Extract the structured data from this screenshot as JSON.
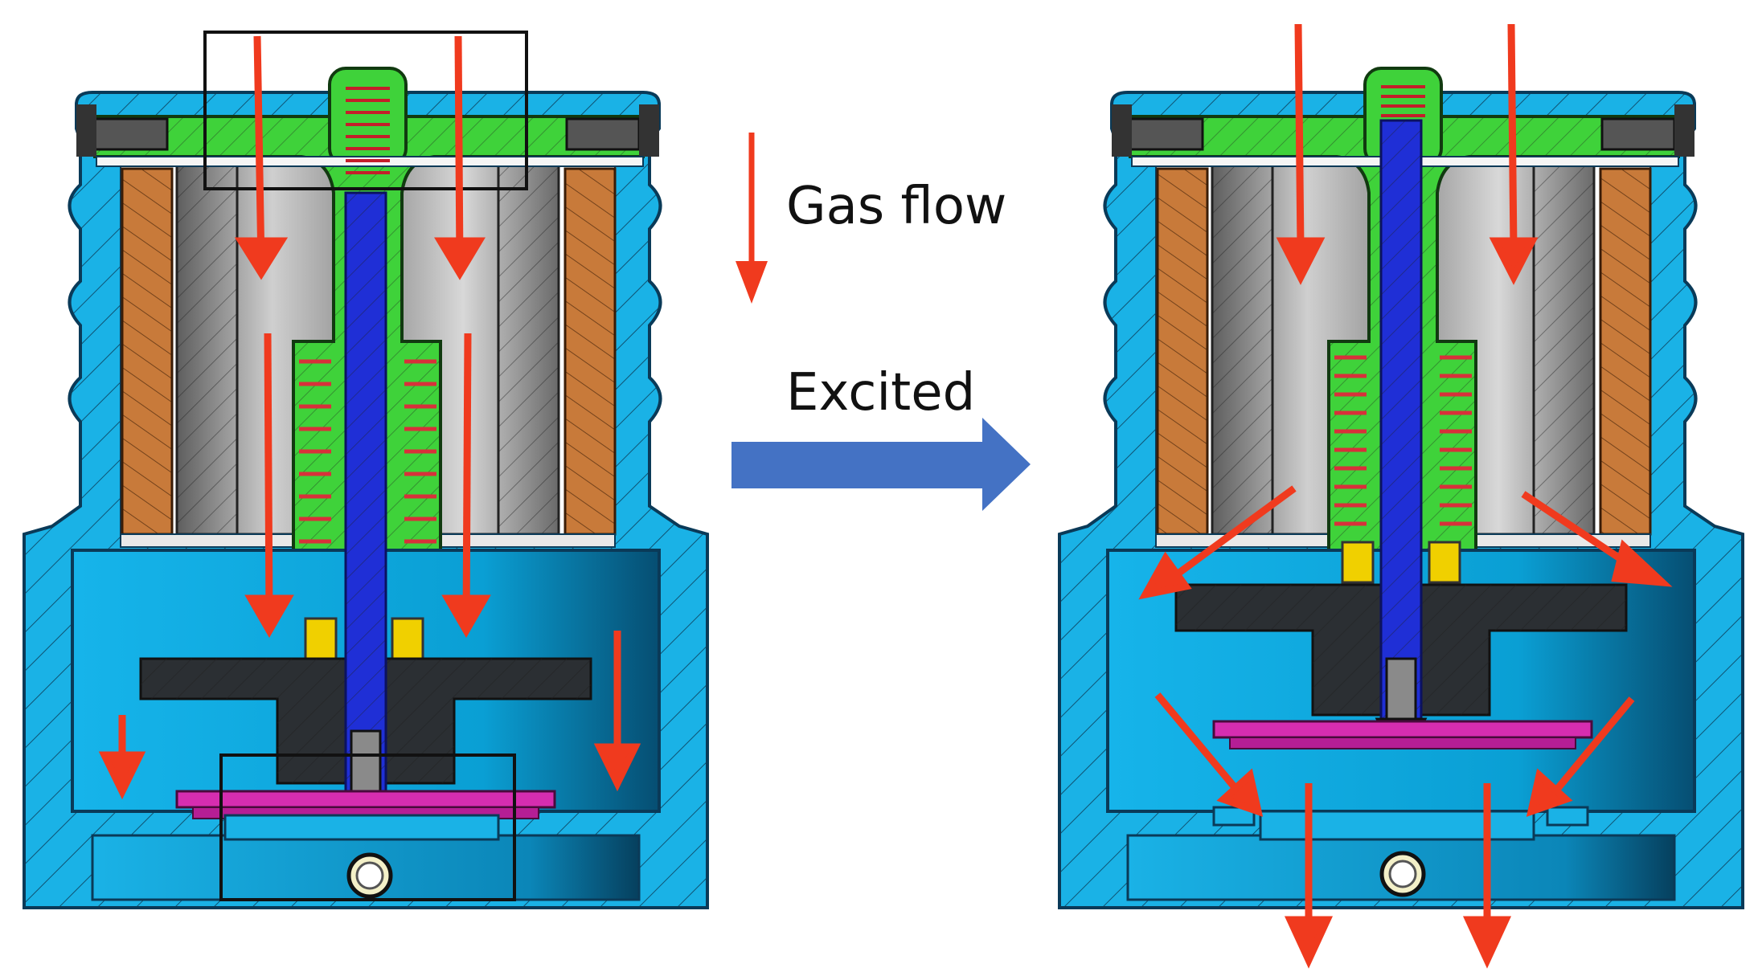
{
  "labels": {
    "gas_flow": "Gas flow",
    "excited": "Excited"
  },
  "colors": {
    "housing": "#1ab2e6",
    "chamber": "#0aa0d6",
    "coil": "#c87a3a",
    "core": "#9a9a9a",
    "guide": "#3fd23a",
    "rod": "#1f2fd6",
    "spring": "#e0303a",
    "seal": "#f0d000",
    "plate": "#2b2f33",
    "disc": "#d62db0",
    "flow_arrow": "#f03a1e",
    "state_arrow": "#4472c4"
  },
  "icons": {
    "flow": "arrow-down-icon",
    "transition": "arrow-right-icon"
  },
  "panels": [
    {
      "name": "valve-closed-section",
      "state": "de-energized"
    },
    {
      "name": "valve-open-section",
      "state": "excited"
    }
  ]
}
